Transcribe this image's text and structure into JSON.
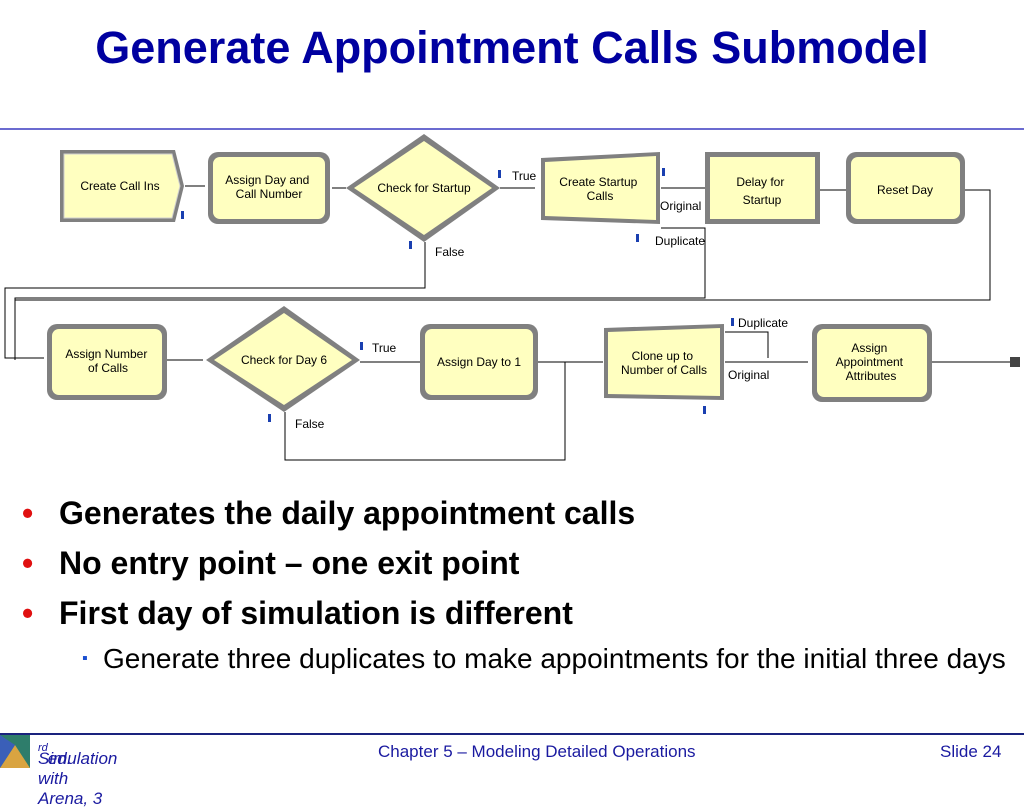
{
  "slide": {
    "title": "Generate Appointment Calls Submodel"
  },
  "diagram": {
    "modules": {
      "create_call_ins": [
        "Create Call Ins"
      ],
      "assign_day_call_number": [
        "Assign Day and",
        "Call Number"
      ],
      "check_for_startup": [
        "Check for Startup"
      ],
      "create_startup_calls": [
        "Create Startup",
        "Calls"
      ],
      "delay_for_startup": [
        "Delay for",
        "Startup"
      ],
      "reset_day": [
        "Reset Day"
      ],
      "assign_number_of_calls": [
        "Assign Number",
        "of Calls"
      ],
      "check_for_day6": [
        "Check for Day 6"
      ],
      "assign_day_to_1": [
        "Assign Day to 1"
      ],
      "clone_up_to_number_of_calls": [
        "Clone up to",
        "Number of Calls"
      ],
      "assign_appointment_attributes": [
        "Assign",
        "Appointment",
        "Attributes"
      ]
    },
    "labels": {
      "startup_true": "True",
      "startup_false": "False",
      "original_1": "Original",
      "duplicate_1": "Duplicate",
      "day6_true": "True",
      "day6_false": "False",
      "duplicate_2": "Duplicate",
      "original_2": "Original"
    },
    "colors": {
      "module_fill": "#ffffc0",
      "bevel_dark": "#808080",
      "bevel_light": "#e6e6e6",
      "connector": "#000000"
    }
  },
  "bullets": [
    "Generates the daily appointment calls",
    "No entry point – one exit point",
    "First day of simulation is different"
  ],
  "sub_bullets": [
    "Generate three duplicates to make appointments for the initial three days"
  ],
  "footer": {
    "left_prefix": "Simulation with Arena, 3",
    "left_sup": "rd",
    "left_suffix": " ed.",
    "center": "Chapter 5 – Modeling Detailed Operations",
    "right": "Slide 24"
  },
  "bullet_symbol": "•",
  "sub_bullet_symbol": "▪"
}
